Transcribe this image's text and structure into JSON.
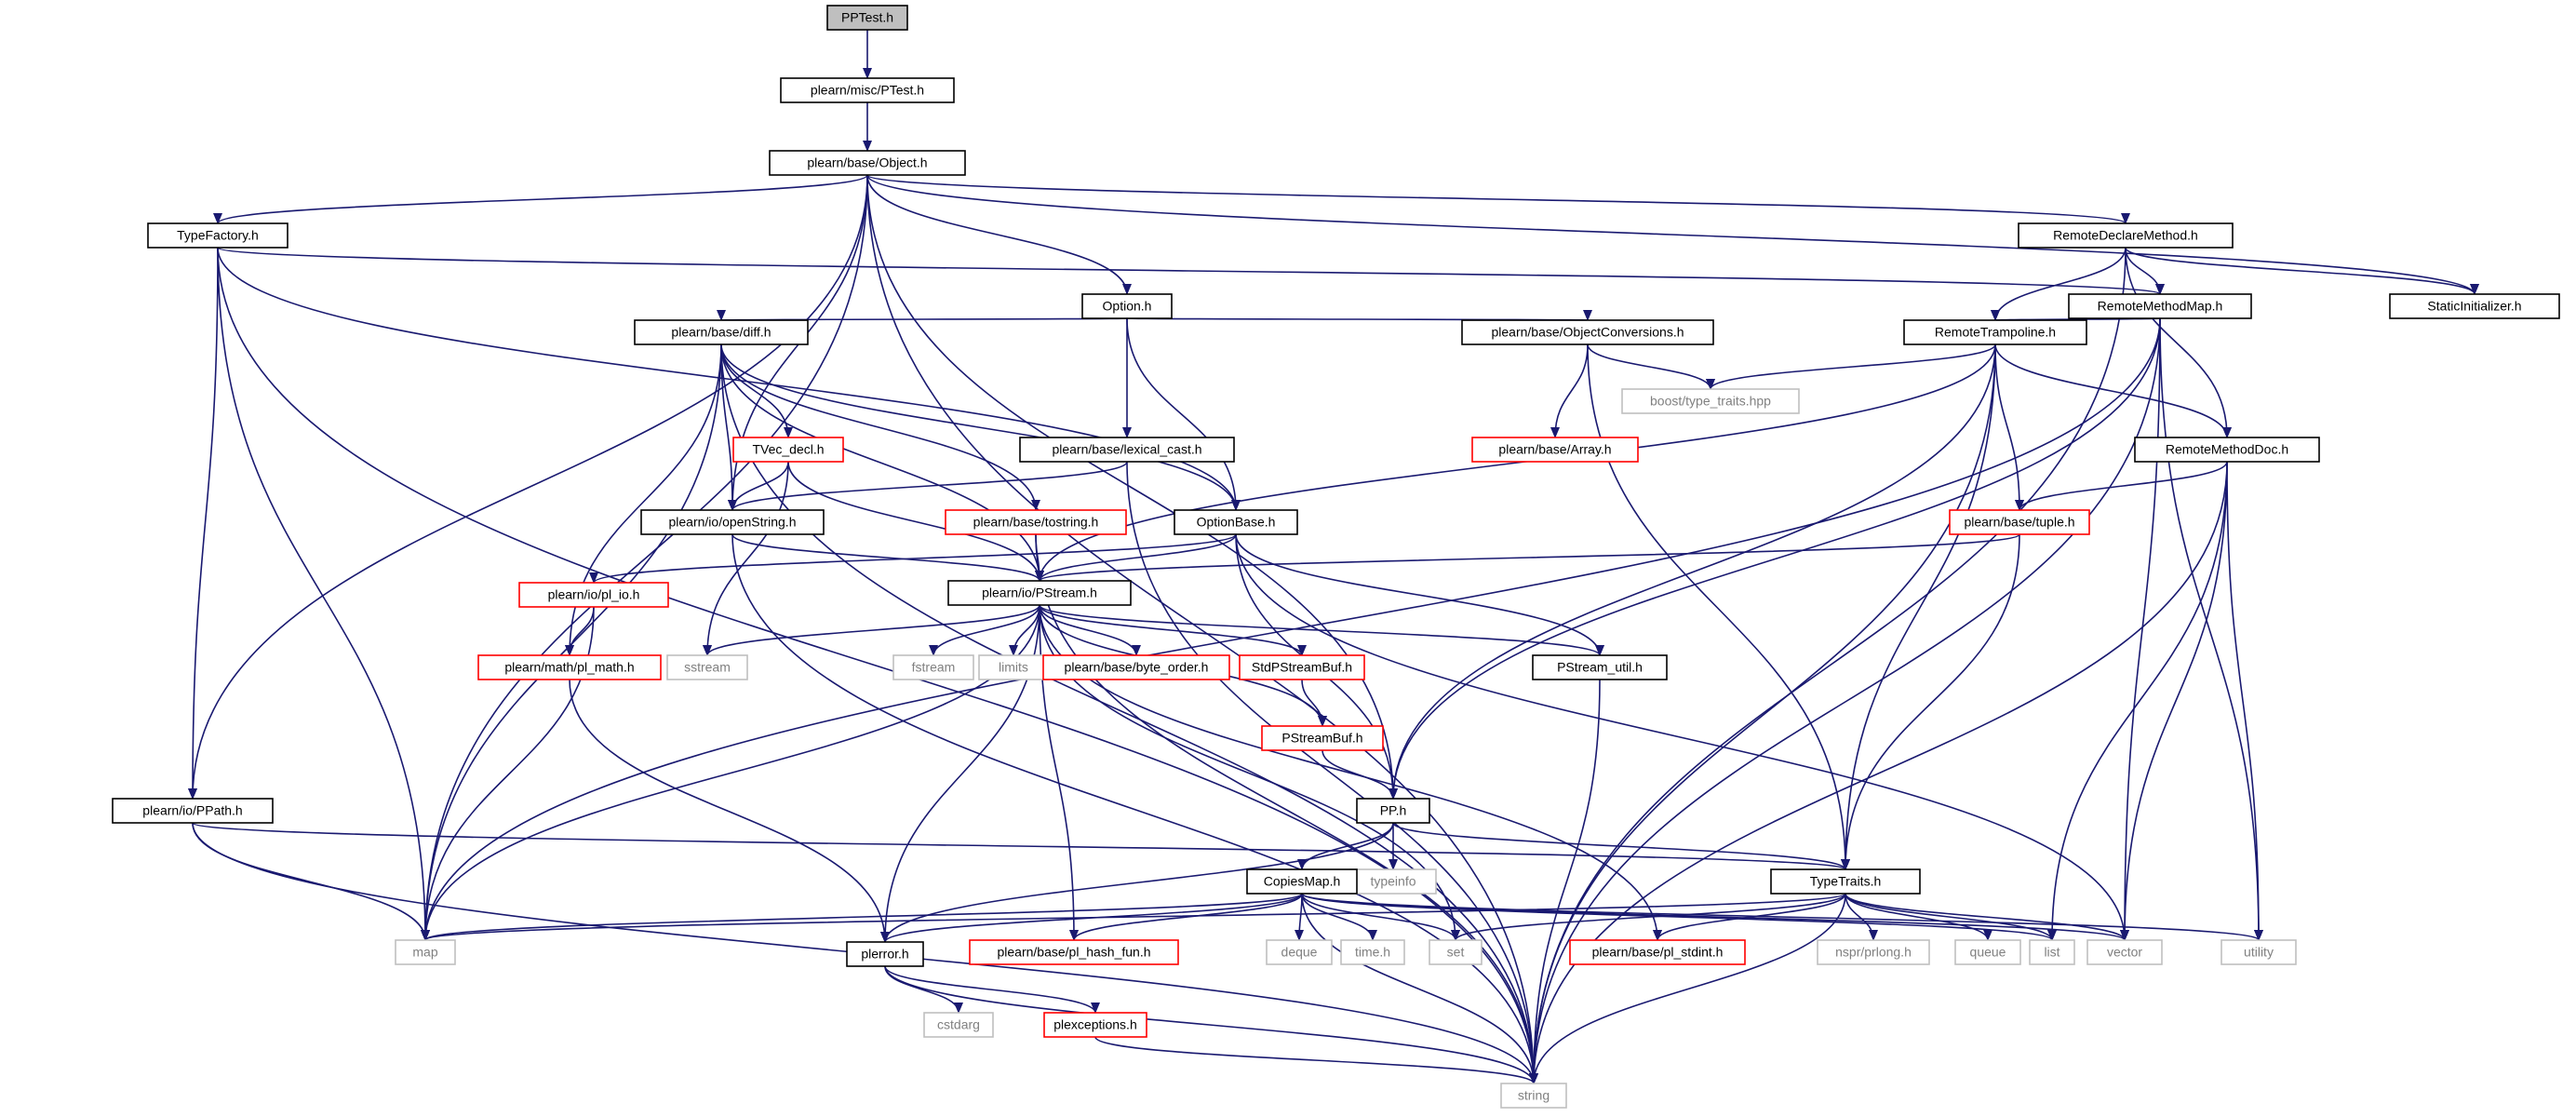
{
  "diagram": {
    "title": "PPTest.h",
    "colors": {
      "edge": "#191970",
      "black_border": "#000000",
      "red_border": "#ff0000",
      "gray_border": "#bfbfbf",
      "gray_text": "#808080",
      "root_fill": "#bfbfbf",
      "text": "#000000"
    },
    "nodes": [
      {
        "id": "n0",
        "label": "PPTest.h",
        "style": "root"
      },
      {
        "id": "n1",
        "label": "plearn/misc/PTest.h",
        "style": "black"
      },
      {
        "id": "n2",
        "label": "plearn/base/Object.h",
        "style": "black"
      },
      {
        "id": "n3",
        "label": "TypeFactory.h",
        "style": "black"
      },
      {
        "id": "n4",
        "label": "RemoteDeclareMethod.h",
        "style": "black"
      },
      {
        "id": "n5",
        "label": "StaticInitializer.h",
        "style": "black"
      },
      {
        "id": "n6",
        "label": "RemoteMethodMap.h",
        "style": "black"
      },
      {
        "id": "n7",
        "label": "Option.h",
        "style": "black"
      },
      {
        "id": "n8",
        "label": "plearn/base/diff.h",
        "style": "black"
      },
      {
        "id": "n9",
        "label": "plearn/base/ObjectConversions.h",
        "style": "black"
      },
      {
        "id": "n10",
        "label": "RemoteTrampoline.h",
        "style": "black"
      },
      {
        "id": "n11",
        "label": "TVec_decl.h",
        "style": "red"
      },
      {
        "id": "n12",
        "label": "plearn/base/lexical_cast.h",
        "style": "black"
      },
      {
        "id": "n13",
        "label": "plearn/base/Array.h",
        "style": "red"
      },
      {
        "id": "n14",
        "label": "boost/type_traits.hpp",
        "style": "gray"
      },
      {
        "id": "n15",
        "label": "RemoteMethodDoc.h",
        "style": "black"
      },
      {
        "id": "n16",
        "label": "plearn/io/openString.h",
        "style": "black"
      },
      {
        "id": "n17",
        "label": "plearn/base/tostring.h",
        "style": "red"
      },
      {
        "id": "n18",
        "label": "OptionBase.h",
        "style": "black"
      },
      {
        "id": "n19",
        "label": "plearn/base/tuple.h",
        "style": "red"
      },
      {
        "id": "n20",
        "label": "plearn/io/pl_io.h",
        "style": "red"
      },
      {
        "id": "n21",
        "label": "plearn/io/PStream.h",
        "style": "black"
      },
      {
        "id": "n22",
        "label": "plearn/math/pl_math.h",
        "style": "red"
      },
      {
        "id": "n23",
        "label": "sstream",
        "style": "gray"
      },
      {
        "id": "n24",
        "label": "fstream",
        "style": "gray"
      },
      {
        "id": "n25",
        "label": "limits",
        "style": "gray"
      },
      {
        "id": "n26",
        "label": "plearn/base/byte_order.h",
        "style": "red"
      },
      {
        "id": "n27",
        "label": "StdPStreamBuf.h",
        "style": "red"
      },
      {
        "id": "n28",
        "label": "PStream_util.h",
        "style": "black"
      },
      {
        "id": "n29",
        "label": "PStreamBuf.h",
        "style": "red"
      },
      {
        "id": "n30",
        "label": "plearn/io/PPath.h",
        "style": "black"
      },
      {
        "id": "n31",
        "label": "PP.h",
        "style": "black"
      },
      {
        "id": "n32",
        "label": "typeinfo",
        "style": "gray"
      },
      {
        "id": "n33",
        "label": "CopiesMap.h",
        "style": "black"
      },
      {
        "id": "n34",
        "label": "TypeTraits.h",
        "style": "black"
      },
      {
        "id": "n35",
        "label": "map",
        "style": "gray"
      },
      {
        "id": "n36",
        "label": "plerror.h",
        "style": "black"
      },
      {
        "id": "n37",
        "label": "plearn/base/pl_hash_fun.h",
        "style": "red"
      },
      {
        "id": "n38",
        "label": "deque",
        "style": "gray"
      },
      {
        "id": "n39",
        "label": "time.h",
        "style": "gray"
      },
      {
        "id": "n40",
        "label": "set",
        "style": "gray"
      },
      {
        "id": "n41",
        "label": "plearn/base/pl_stdint.h",
        "style": "red"
      },
      {
        "id": "n42",
        "label": "nspr/prlong.h",
        "style": "gray"
      },
      {
        "id": "n43",
        "label": "queue",
        "style": "gray"
      },
      {
        "id": "n44",
        "label": "list",
        "style": "gray"
      },
      {
        "id": "n45",
        "label": "vector",
        "style": "gray"
      },
      {
        "id": "n46",
        "label": "utility",
        "style": "gray"
      },
      {
        "id": "n47",
        "label": "cstdarg",
        "style": "gray"
      },
      {
        "id": "n48",
        "label": "plexceptions.h",
        "style": "red"
      },
      {
        "id": "n49",
        "label": "string",
        "style": "gray"
      }
    ],
    "edges": [
      [
        "n0",
        "n1"
      ],
      [
        "n1",
        "n2"
      ],
      [
        "n2",
        "n3"
      ],
      [
        "n2",
        "n4"
      ],
      [
        "n2",
        "n5"
      ],
      [
        "n2",
        "n7"
      ],
      [
        "n2",
        "n16"
      ],
      [
        "n2",
        "n31"
      ],
      [
        "n2",
        "n30"
      ],
      [
        "n2",
        "n35"
      ],
      [
        "n2",
        "n49"
      ],
      [
        "n3",
        "n6"
      ],
      [
        "n3",
        "n18"
      ],
      [
        "n3",
        "n30"
      ],
      [
        "n3",
        "n35"
      ],
      [
        "n3",
        "n49"
      ],
      [
        "n4",
        "n6"
      ],
      [
        "n4",
        "n10"
      ],
      [
        "n4",
        "n15"
      ],
      [
        "n4",
        "n5"
      ],
      [
        "n4",
        "n49"
      ],
      [
        "n6",
        "n10"
      ],
      [
        "n6",
        "n31"
      ],
      [
        "n6",
        "n35"
      ],
      [
        "n6",
        "n45"
      ],
      [
        "n6",
        "n46"
      ],
      [
        "n6",
        "n49"
      ],
      [
        "n7",
        "n8"
      ],
      [
        "n7",
        "n12"
      ],
      [
        "n7",
        "n18"
      ],
      [
        "n7",
        "n9"
      ],
      [
        "n8",
        "n11"
      ],
      [
        "n8",
        "n16"
      ],
      [
        "n8",
        "n17"
      ],
      [
        "n8",
        "n18"
      ],
      [
        "n8",
        "n21"
      ],
      [
        "n8",
        "n22"
      ],
      [
        "n8",
        "n35"
      ],
      [
        "n8",
        "n49"
      ],
      [
        "n9",
        "n13"
      ],
      [
        "n9",
        "n14"
      ],
      [
        "n9",
        "n34"
      ],
      [
        "n10",
        "n14"
      ],
      [
        "n10",
        "n15"
      ],
      [
        "n10",
        "n19"
      ],
      [
        "n10",
        "n21"
      ],
      [
        "n10",
        "n31"
      ],
      [
        "n10",
        "n34"
      ],
      [
        "n10",
        "n49"
      ],
      [
        "n11",
        "n16"
      ],
      [
        "n11",
        "n21"
      ],
      [
        "n11",
        "n23"
      ],
      [
        "n12",
        "n16"
      ],
      [
        "n12",
        "n49"
      ],
      [
        "n15",
        "n19"
      ],
      [
        "n15",
        "n44"
      ],
      [
        "n15",
        "n45"
      ],
      [
        "n15",
        "n46"
      ],
      [
        "n15",
        "n49"
      ],
      [
        "n16",
        "n21"
      ],
      [
        "n16",
        "n49"
      ],
      [
        "n17",
        "n21"
      ],
      [
        "n17",
        "n49"
      ],
      [
        "n18",
        "n20"
      ],
      [
        "n18",
        "n21"
      ],
      [
        "n18",
        "n28"
      ],
      [
        "n18",
        "n31"
      ],
      [
        "n18",
        "n45"
      ],
      [
        "n19",
        "n21"
      ],
      [
        "n19",
        "n34"
      ],
      [
        "n20",
        "n22"
      ],
      [
        "n20",
        "n35"
      ],
      [
        "n21",
        "n23"
      ],
      [
        "n21",
        "n24"
      ],
      [
        "n21",
        "n25"
      ],
      [
        "n21",
        "n26"
      ],
      [
        "n21",
        "n27"
      ],
      [
        "n21",
        "n28"
      ],
      [
        "n21",
        "n29"
      ],
      [
        "n21",
        "n35"
      ],
      [
        "n21",
        "n36"
      ],
      [
        "n21",
        "n37"
      ],
      [
        "n21",
        "n40"
      ],
      [
        "n21",
        "n41"
      ],
      [
        "n22",
        "n36"
      ],
      [
        "n27",
        "n29"
      ],
      [
        "n29",
        "n31"
      ],
      [
        "n28",
        "n49"
      ],
      [
        "n30",
        "n34"
      ],
      [
        "n30",
        "n35"
      ],
      [
        "n30",
        "n49"
      ],
      [
        "n31",
        "n32"
      ],
      [
        "n31",
        "n33"
      ],
      [
        "n31",
        "n34"
      ],
      [
        "n31",
        "n36"
      ],
      [
        "n33",
        "n35"
      ],
      [
        "n33",
        "n36"
      ],
      [
        "n33",
        "n37"
      ],
      [
        "n33",
        "n38"
      ],
      [
        "n33",
        "n39"
      ],
      [
        "n33",
        "n40"
      ],
      [
        "n33",
        "n44"
      ],
      [
        "n33",
        "n45"
      ],
      [
        "n33",
        "n46"
      ],
      [
        "n33",
        "n49"
      ],
      [
        "n34",
        "n35"
      ],
      [
        "n34",
        "n40"
      ],
      [
        "n34",
        "n41"
      ],
      [
        "n34",
        "n42"
      ],
      [
        "n34",
        "n43"
      ],
      [
        "n34",
        "n44"
      ],
      [
        "n34",
        "n45"
      ],
      [
        "n34",
        "n49"
      ],
      [
        "n36",
        "n47"
      ],
      [
        "n36",
        "n48"
      ],
      [
        "n36",
        "n49"
      ],
      [
        "n48",
        "n49"
      ]
    ]
  }
}
